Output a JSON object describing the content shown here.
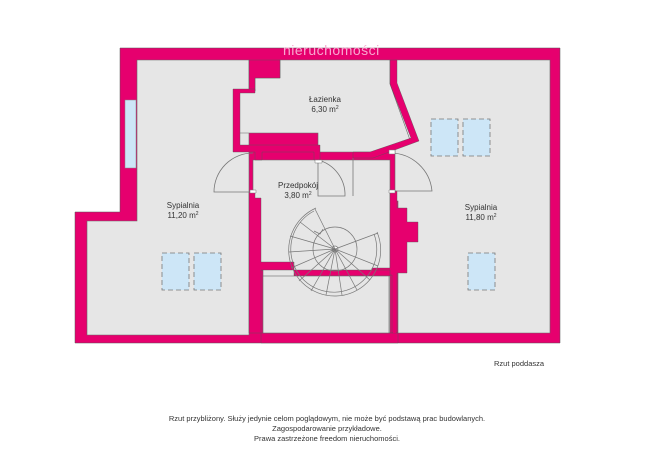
{
  "plan": {
    "watermark": "nieruchomości",
    "caption": "Rzut poddasza",
    "colors": {
      "wall": "#e6006e",
      "floor": "#e6e6e6",
      "window": "#cde6f7",
      "background": "#ffffff"
    },
    "rooms": [
      {
        "name": "Łazienka",
        "area": "6,30 m",
        "unit_sup": "2"
      },
      {
        "name": "Przedpokój",
        "area": "3,80 m",
        "unit_sup": "2"
      },
      {
        "name": "Sypialnia",
        "area": "11,20 m",
        "unit_sup": "2"
      },
      {
        "name": "Sypialnia",
        "area": "11,80 m",
        "unit_sup": "2"
      }
    ]
  },
  "disclaimer": {
    "line1": "Rzut przybliżony. Służy jedynie celom poglądowym, nie może być podstawą prac budowlanych.",
    "line2": "Zagospodarowanie przykładowe.",
    "line3": "Prawa zastrzeżone freedom nieruchomości."
  }
}
